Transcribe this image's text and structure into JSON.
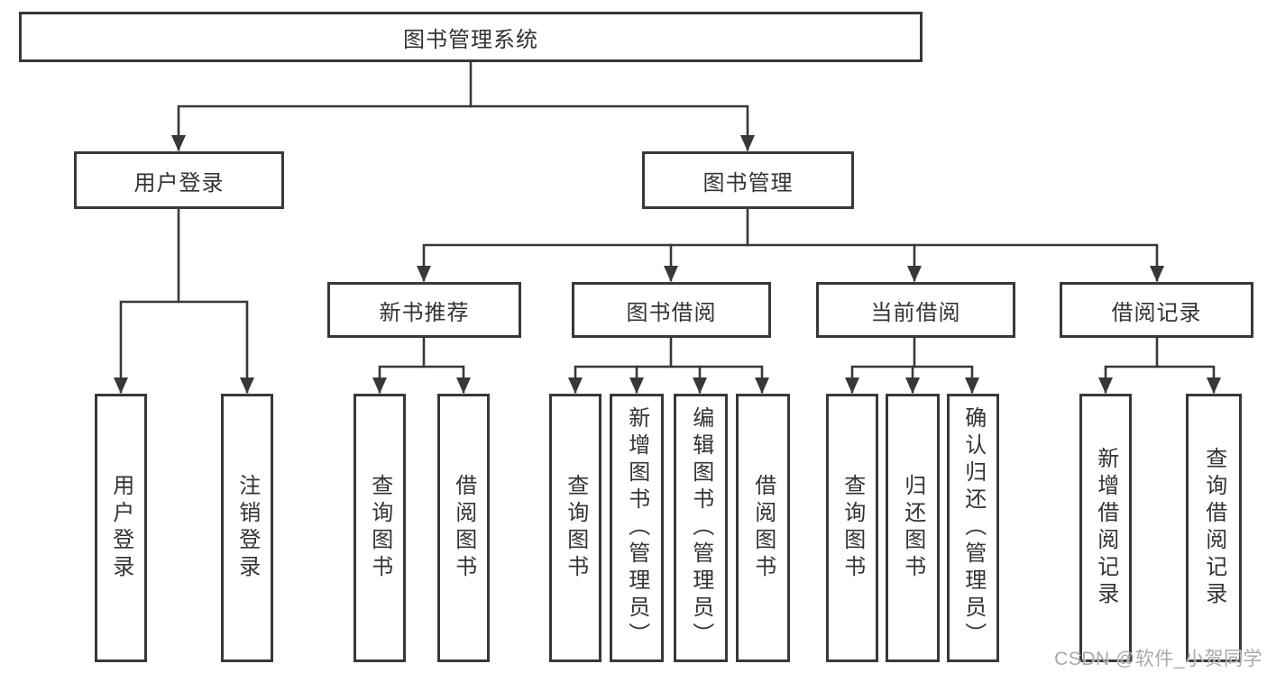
{
  "colors": {
    "line": "#383838",
    "box_border": "#383838",
    "text": "#333333",
    "background": "#ffffff",
    "watermark": "#a9a9a9"
  },
  "watermark": {
    "text": "CSDN @软件_小贺同学"
  },
  "tree": {
    "root": {
      "label": "图书管理系统",
      "children": [
        {
          "label": "用户登录",
          "children": [
            {
              "label": "用户登录"
            },
            {
              "label": "注销登录"
            }
          ]
        },
        {
          "label": "图书管理",
          "children": [
            {
              "label": "新书推荐",
              "children": [
                {
                  "label": "查询图书"
                },
                {
                  "label": "借阅图书"
                }
              ]
            },
            {
              "label": "图书借阅",
              "children": [
                {
                  "label": "查询图书"
                },
                {
                  "label": "新增图书（管理员）"
                },
                {
                  "label": "编辑图书（管理员）"
                },
                {
                  "label": "借阅图书"
                }
              ]
            },
            {
              "label": "当前借阅",
              "children": [
                {
                  "label": "查询图书"
                },
                {
                  "label": "归还图书"
                },
                {
                  "label": "确认归还（管理员）"
                }
              ]
            },
            {
              "label": "借阅记录",
              "children": [
                {
                  "label": "新增借阅记录"
                },
                {
                  "label": "查询借阅记录"
                }
              ]
            }
          ]
        }
      ]
    }
  }
}
